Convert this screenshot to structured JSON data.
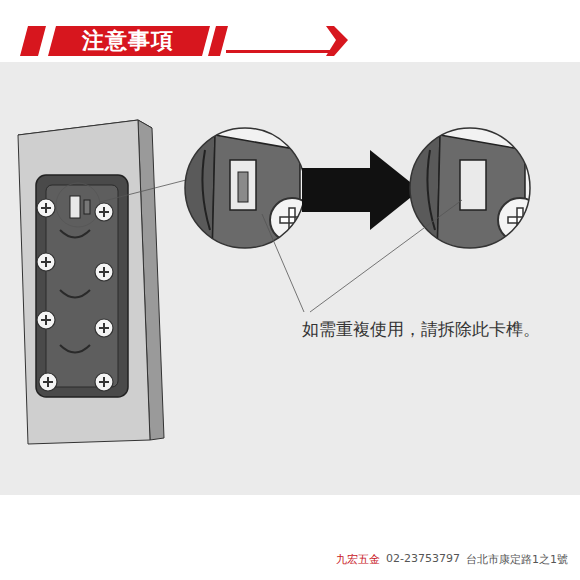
{
  "diagram": {
    "title": "注意事項",
    "labels": [
      "如需重複使用，請拆除此卡榫。",
      "九宏五金",
      "02-23753797",
      "台北市康定路1之1號"
    ]
  }
}
